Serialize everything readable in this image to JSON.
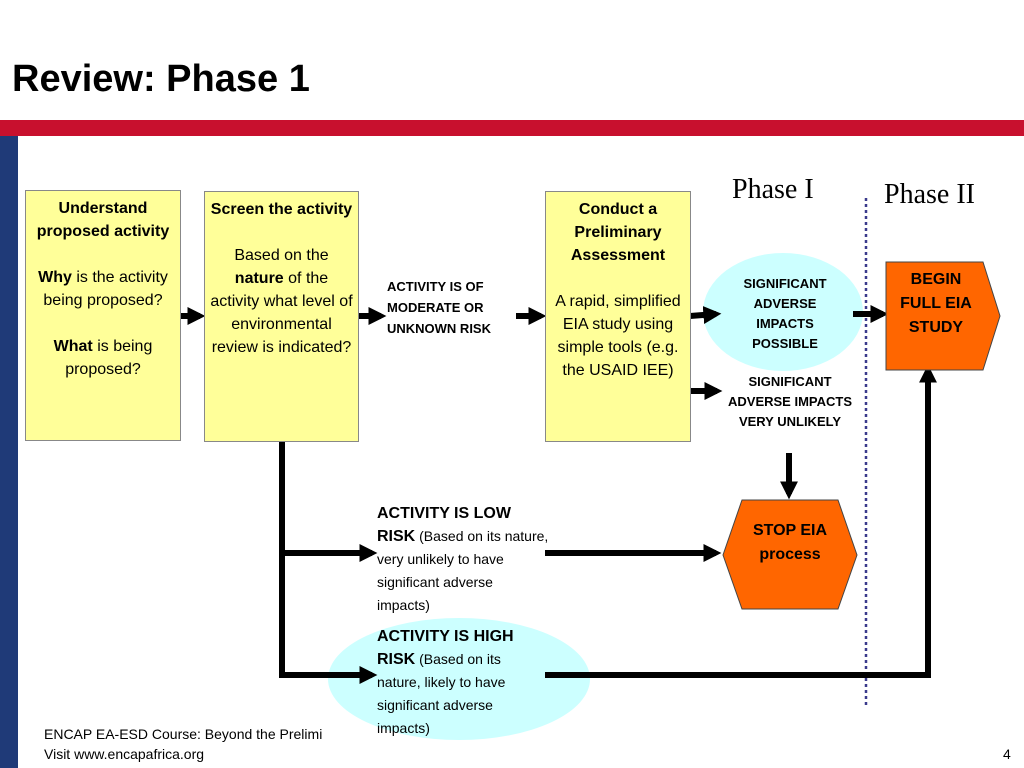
{
  "title": "Review: Phase 1",
  "phases": {
    "phase1": "Phase I",
    "phase2": "Phase II"
  },
  "box_understand": {
    "heading": "Understand proposed activity",
    "q1_bold": "Why",
    "q1_rest": " is the activity being proposed?",
    "q2_bold": "What",
    "q2_rest": " is being proposed?"
  },
  "box_screen": {
    "heading": "Screen the activity",
    "text_a": "Based on the ",
    "text_bold": "nature",
    "text_b": " of the activity what level of environmental review is indicated?"
  },
  "box_conduct": {
    "heading": "Conduct a Preliminary Assessment",
    "body": "A rapid, simplified EIA study using simple tools (e.g. the USAID IEE)"
  },
  "label_moderate": "ACTIVITY IS OF MODERATE OR UNKNOWN RISK",
  "label_significant_possible": "SIGNIFICANT ADVERSE IMPACTS POSSIBLE",
  "label_significant_unlikely": "SIGNIFICANT ADVERSE IMPACTS VERY UNLIKELY",
  "begin_full_eia": "BEGIN FULL EIA STUDY",
  "stop_eia": "STOP EIA process",
  "low_risk": {
    "bold": "ACTIVITY IS LOW RISK",
    "rest": " (Based on its nature, very unlikely to have significant adverse impacts)"
  },
  "high_risk": {
    "bold": "ACTIVITY IS HIGH RISK",
    "rest": " (Based on its nature, likely to have significant adverse impacts)"
  },
  "footer": {
    "line1": "ENCAP EA-ESD Course: Beyond the Prelimi",
    "line2": "Visit www.encapafrica.org",
    "page_number": "4"
  },
  "colors": {
    "box_fill": "#ffff99",
    "ellipse_fill": "#ccffff",
    "orange": "#ff6600",
    "red_bar": "#c8102e",
    "navy": "#1f3a78"
  }
}
